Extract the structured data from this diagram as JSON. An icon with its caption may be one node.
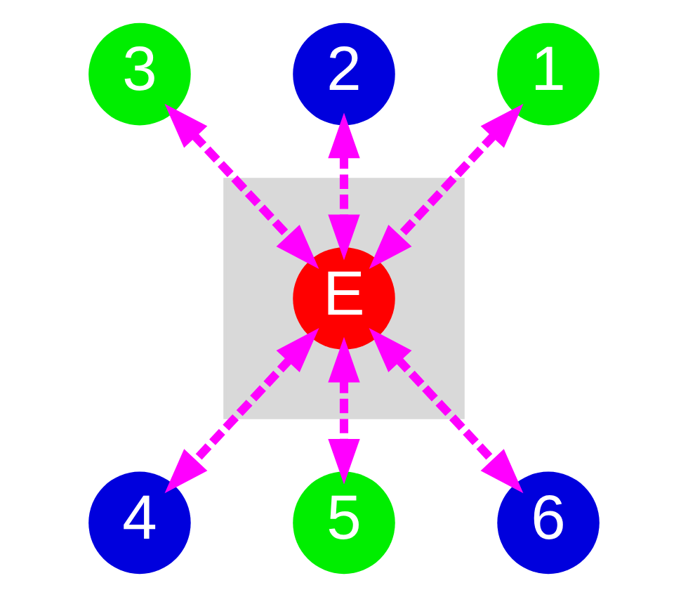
{
  "diagram": {
    "nodes": [
      {
        "text": [],
        "shape": "triangle"
      },
      {
        "text": [
          "3"
        ]
      },
      {
        "text": [
          "2"
        ]
      },
      {
        "text": [
          "1"
        ]
      },
      {
        "text": [
          "E"
        ],
        "in": 0
      },
      {
        "text": [
          "4"
        ]
      },
      {
        "text": [
          "6"
        ]
      },
      {
        "text": [
          "5"
        ]
      }
    ],
    "edges": [
      {
        "from": 3,
        "to": 4,
        "arrow": "both",
        "style": "dashed",
        "color": "#ff00ff"
      },
      {
        "from": 2,
        "to": 4,
        "arrow": "both",
        "style": "dashed",
        "color": "#ff00ff"
      },
      {
        "from": 1,
        "to": 4,
        "arrow": "both",
        "style": "dashed",
        "color": "#ff00ff"
      },
      {
        "from": 4,
        "to": 5,
        "arrow": "both",
        "style": "dashed",
        "color": "#ff00ff"
      },
      {
        "from": 4,
        "to": 6,
        "arrow": "both",
        "style": "dashed",
        "color": "#ff00ff"
      },
      {
        "from": 4,
        "to": 7,
        "arrow": "both",
        "style": "dashed",
        "color": "#ff00ff"
      }
    ]
  }
}
